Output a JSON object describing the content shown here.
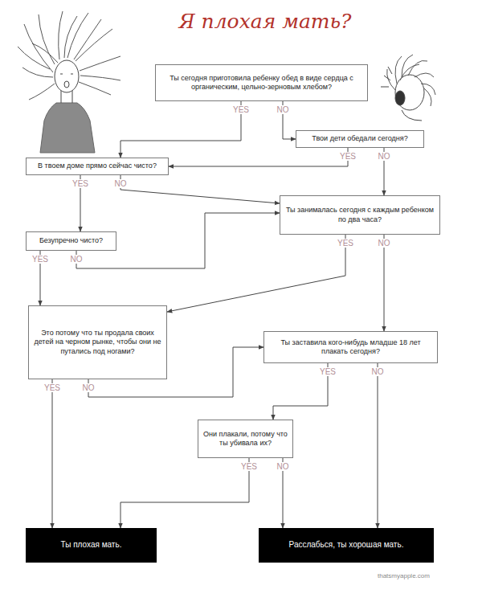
{
  "diagram": {
    "title": "Я плохая мать?",
    "nodes": [
      {
        "text": [
          "Ты сегодня приготовила ребенку обед в виде сердца с органическим, цельно-зерновым хлебом?"
        ]
      },
      {
        "text": [
          "Твои дети обедали сегодня?"
        ]
      },
      {
        "text": [
          "В твоем доме прямо сейчас чисто?"
        ]
      },
      {
        "text": [
          "Ты занималась сегодня с каждым ребенком по два часа?"
        ]
      },
      {
        "text": [
          "Безупречно чисто?"
        ]
      },
      {
        "text": [
          "Это потому что ты продала своих детей на черном рынке, чтобы они не путались под ногами?"
        ]
      },
      {
        "text": [
          "Ты заставила кого-нибудь младше 18 лет плакать сегодня?"
        ]
      },
      {
        "text": [
          "Они плакали, потому что ты убивала их?"
        ]
      },
      {
        "text": [
          "Ты плохая мать."
        ]
      },
      {
        "text": [
          "Расслабься, ты хорошая мать."
        ]
      }
    ],
    "edges": [
      {
        "from": 0,
        "to": 2,
        "label": "YES",
        "arrow": "to"
      },
      {
        "from": 0,
        "to": 1,
        "label": "NO",
        "arrow": "to"
      },
      {
        "from": 1,
        "to": 2,
        "label": "YES",
        "arrow": "to"
      },
      {
        "from": 1,
        "to": 3,
        "label": "NO",
        "arrow": "to"
      },
      {
        "from": 2,
        "to": 4,
        "label": "YES",
        "arrow": "to"
      },
      {
        "from": 2,
        "to": 3,
        "label": "NO",
        "arrow": "to"
      },
      {
        "from": 4,
        "to": 5,
        "label": "YES",
        "arrow": "to"
      },
      {
        "from": 4,
        "to": 3,
        "label": "NO",
        "arrow": "to"
      },
      {
        "from": 3,
        "to": 5,
        "label": "YES",
        "arrow": "to"
      },
      {
        "from": 3,
        "to": 6,
        "label": "NO",
        "arrow": "to"
      },
      {
        "from": 5,
        "to": 8,
        "label": "YES",
        "arrow": "to"
      },
      {
        "from": 5,
        "to": 6,
        "label": "NO",
        "arrow": "to"
      },
      {
        "from": 6,
        "to": 7,
        "label": "YES",
        "arrow": "to"
      },
      {
        "from": 6,
        "to": 9,
        "label": "NO",
        "arrow": "to"
      },
      {
        "from": 7,
        "to": 8,
        "label": "YES",
        "arrow": "to"
      },
      {
        "from": 7,
        "to": 9,
        "label": "NO",
        "arrow": "to"
      }
    ],
    "labels": [
      "thatsmyapple.com"
    ]
  }
}
